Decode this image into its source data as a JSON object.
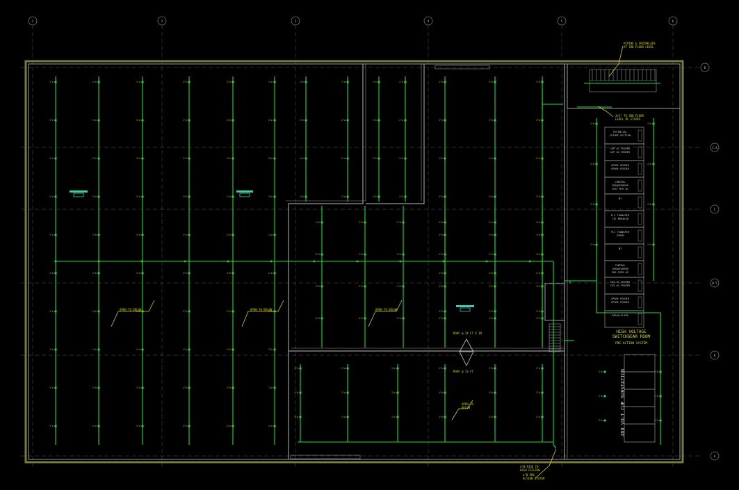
{
  "grid": {
    "columns": [
      "1",
      "2",
      "3",
      "4",
      "5",
      "6"
    ],
    "rows": [
      "D",
      "C.4",
      "C",
      "B.5",
      "B",
      "A"
    ]
  },
  "notes": {
    "open_below_1": "OPEN TO BELOW",
    "open_below_2": "OPEN TO BELOW",
    "open_below_3": "OPEN TO BELOW",
    "open_below_4a": "OPEN TO",
    "open_below_4b": "BELOW",
    "roof_upper": "ROOF @ 24 FT 6 IN",
    "roof_lower": "ROOF @ 13 FT",
    "stair_note_a": "PIPING & SPRINKLERS",
    "stair_note_b": "AT 3RD FLOOR LEVEL",
    "landing_note_a": "3/4\" TO 3RD FLOOR",
    "landing_note_b": "LEVEL OF STAIRS",
    "riser_note_a": "4\"Ø RISE TO",
    "riser_note_b": "HIGH CEILING",
    "riser_note_c": "4\"Ø PRE-",
    "riser_note_d": "ACTION SYSTEM",
    "room_title_a": "HIGH VOLTAGE",
    "room_title_b": "SWITCHGEAR ROOM",
    "room_title_c": "PRE-ACTION SYSTEM",
    "substation": "480 VOLT CUP SUBSTATION"
  },
  "switchgear": [
    [
      "POTENTIAL",
      "FUTURE SECTION"
    ],
    [
      "CUP #1 FEEDER",
      "CUP #2 FEEDER"
    ],
    [
      "SPARE FEEDER",
      "SPARE FEEDER"
    ],
    [
      "CONTROL",
      "TRANSFORMER",
      "CUST MTR #1"
    ],
    [
      "M1",
      ""
    ],
    [
      "M-1 TRANSFER",
      "TIE BREAKER"
    ],
    [
      "PLC TRANSFER",
      "SCHEM"
    ],
    [
      "M2",
      ""
    ],
    [
      "CONTROL",
      "TRANSFORMER",
      "PWR FEED #2"
    ],
    [
      "CUS #1 FEEDER",
      "CUS #2 FEEDER"
    ],
    [
      "SPARE FEEDER",
      "SPARE FEEDER"
    ],
    [
      "PARALLELING",
      ""
    ]
  ],
  "head_label": "1\"⌀",
  "colors": {
    "background": "#000000",
    "wall": "#9a9a9a",
    "slab": "#7a7a40",
    "pipe": "#22dd33",
    "annotation": "#d8d800",
    "grid": "#6a6a6a",
    "fixture": "#40c8b0"
  }
}
